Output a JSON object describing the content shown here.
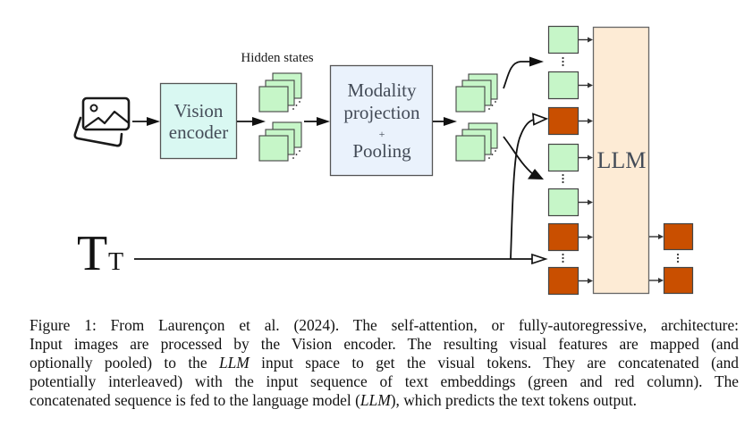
{
  "figure": {
    "hidden_states_label": "Hidden states",
    "vision_encoder": {
      "line1": "Vision",
      "line2": "encoder"
    },
    "modality_projection": {
      "line1": "Modality",
      "line2": "projection",
      "line3": "+",
      "line4": "Pooling"
    },
    "llm_label": "LLM",
    "text_input_symbol": {
      "main": "T",
      "sub": "T"
    },
    "image_input_icon": "image-stack-icon",
    "input_sequence": [
      {
        "type": "visual"
      },
      {
        "type": "ellipsis"
      },
      {
        "type": "visual"
      },
      {
        "type": "text"
      },
      {
        "type": "visual"
      },
      {
        "type": "ellipsis"
      },
      {
        "type": "visual"
      },
      {
        "type": "text"
      },
      {
        "type": "ellipsis"
      },
      {
        "type": "text"
      }
    ],
    "output_sequence": [
      {
        "type": "text"
      },
      {
        "type": "ellipsis"
      },
      {
        "type": "text"
      }
    ],
    "colors": {
      "visual_token": "#c6f6c8",
      "text_token": "#c94f00",
      "hidden_state": "#c6f6c8",
      "llm_fill": "#fdebd5",
      "vision_encoder_fill": "#d9f8f2",
      "modality_fill": "#eaf2fc"
    }
  },
  "caption": {
    "lines": [
      {
        "text": "Figure 1: From Laurençon et al. (2024). The self-attention, or fully-autoregressive, architecture:"
      },
      {
        "text": "Input images are processed by the Vision encoder. The resulting visual features are mapped (and"
      },
      {
        "before": "optionally pooled) to the ",
        "math": "LLM",
        "after": " input space to get the visual tokens. They are concatenated (and"
      },
      {
        "text": "potentially interleaved) with the input sequence of text embeddings (green and red column). The"
      },
      {
        "before": "concatenated sequence is fed to the language model (",
        "math": "LLM",
        "after": "), which predicts the text tokens output."
      }
    ]
  }
}
